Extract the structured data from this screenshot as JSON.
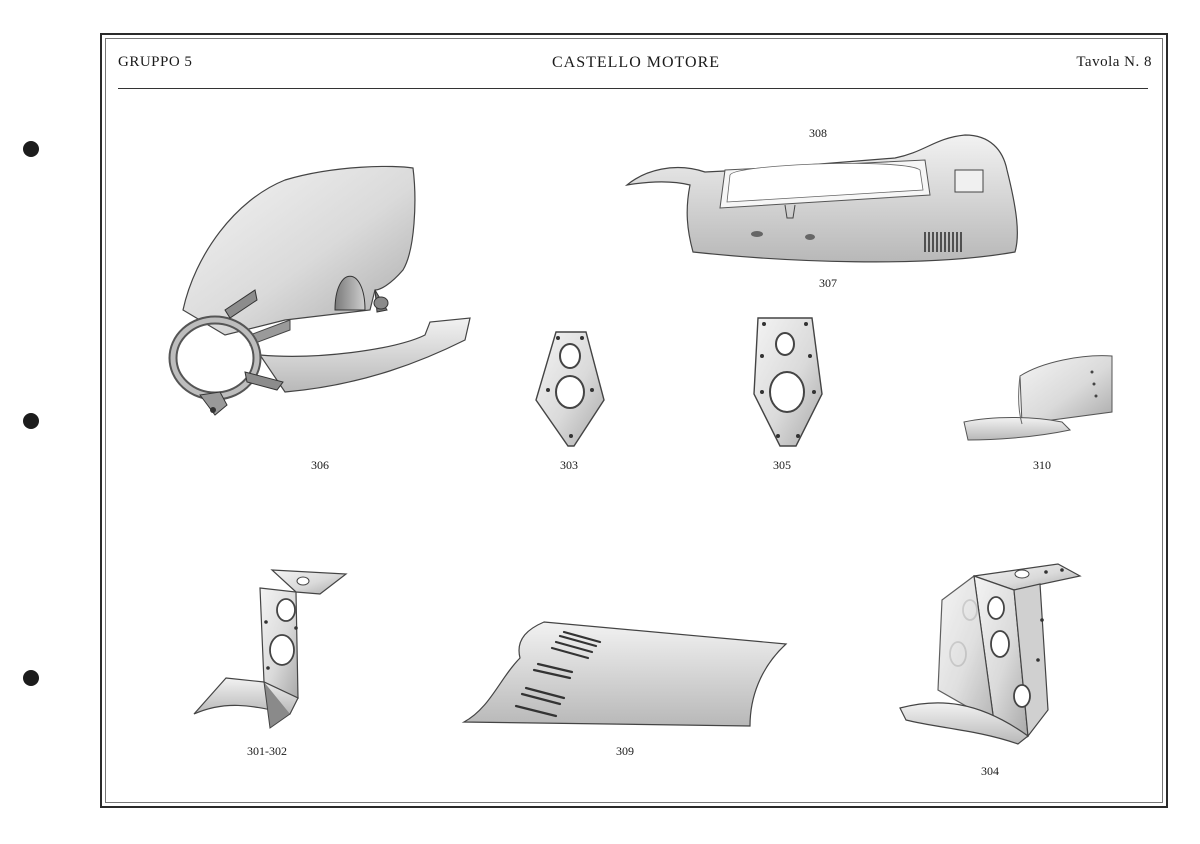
{
  "header": {
    "group": "GRUPPO 5",
    "title": "CASTELLO MOTORE",
    "plate": "Tavola N. 8"
  },
  "parts": {
    "p306": "306",
    "p308": "308",
    "p307": "307",
    "p303": "303",
    "p305": "305",
    "p310": "310",
    "p301_302": "301-302",
    "p309": "309",
    "p304": "304"
  },
  "colors": {
    "frame": "#2a2a2a",
    "metal_light": "#e9e9e9",
    "metal_mid": "#bdbdbd",
    "metal_dark": "#6f6f6f",
    "punch_hole": "#1c1c1c"
  }
}
